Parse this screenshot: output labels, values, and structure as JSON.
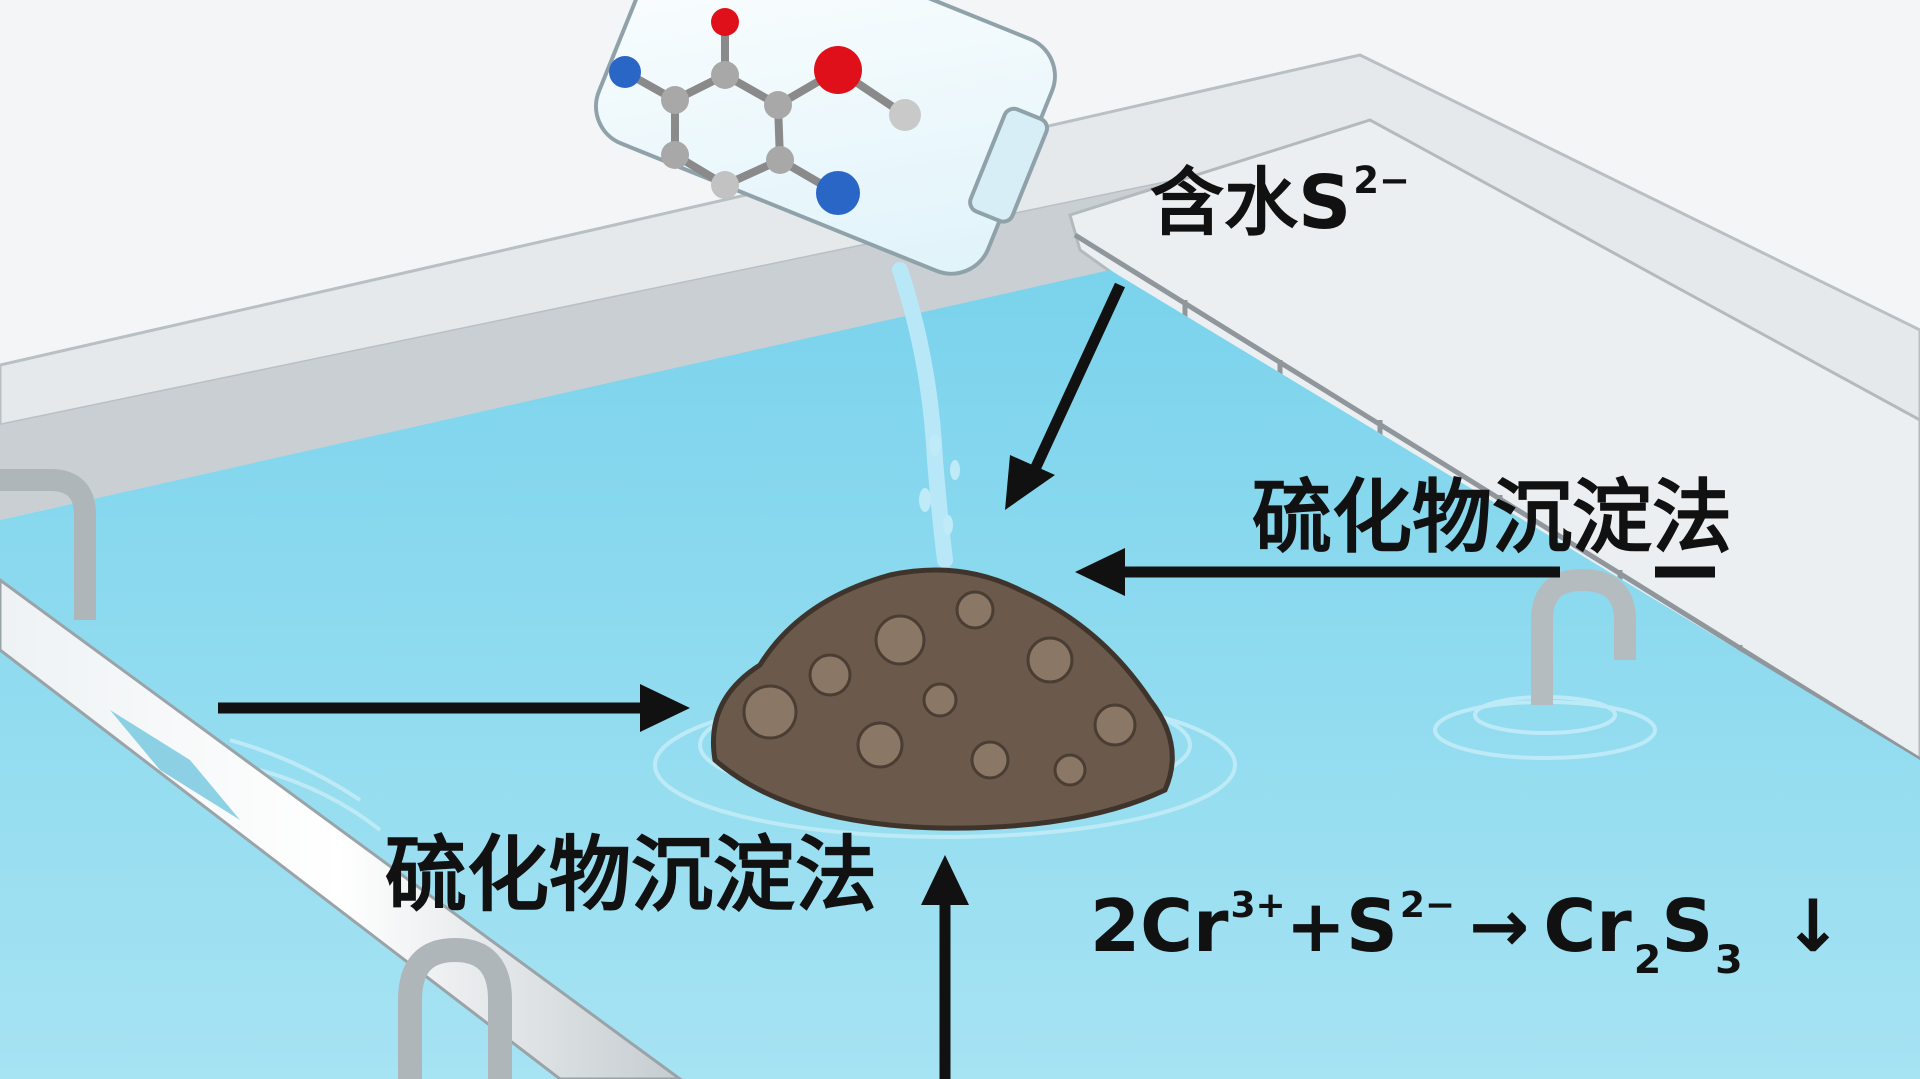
{
  "labels": {
    "top_text": "含水S",
    "top_charge": "2−",
    "right": "硫化物沉淀法",
    "bottom": "硫化物沉淀法"
  },
  "equation": {
    "part1": "2Cr",
    "charge1": "3+",
    "plus": "+S",
    "charge2": "2−",
    "arrow": "→",
    "product": "Cr",
    "sub1": "2",
    "s": "S",
    "sub2": "3",
    "down": "↓"
  },
  "colors": {
    "water": "#8fd9ef",
    "water_deep": "#5cc4e4",
    "wall": "#cfd6da",
    "sludge": "#6b5a4b",
    "atom_red": "#e0101a",
    "atom_blue": "#2a66c6",
    "atom_gray": "#a8a8a8"
  }
}
